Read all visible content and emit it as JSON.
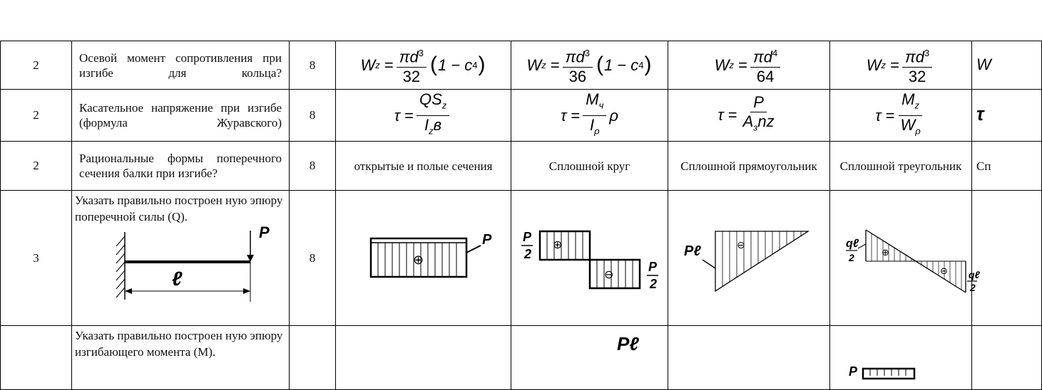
{
  "rows": [
    {
      "level": "2",
      "question": "Осевой момент сопротивления при изгибе  для кольца?",
      "points": "8",
      "answers": [
        {
          "lhs": "W",
          "lhs_sub": "z",
          "num": "πd",
          "num_sup": "3",
          "den": "32",
          "tail_prefix": "1 − c",
          "tail_sup": "4"
        },
        {
          "lhs": "W",
          "lhs_sub": "z",
          "num": "πd",
          "num_sup": "3",
          "den": "36",
          "tail_prefix": "1 − c",
          "tail_sup": "4"
        },
        {
          "lhs": "W",
          "lhs_sub": "z",
          "num": "πd",
          "num_sup": "4",
          "den": "64"
        },
        {
          "lhs": "W",
          "lhs_sub": "z",
          "num": "πd",
          "num_sup": "3",
          "den": "32"
        },
        {
          "lhs": "W"
        }
      ]
    },
    {
      "level": "2",
      "question": "Касательное напряжение при изгибе (формула Журавского)",
      "points": "8",
      "answers": [
        {
          "lhs": "τ",
          "num": "QS",
          "num_sub": "z",
          "den": "I",
          "den_sub": "z",
          "den_tail": "в"
        },
        {
          "lhs": "τ",
          "num": "M",
          "num_sub": "ч",
          "den": "I",
          "den_sub": "ρ",
          "after": "ρ"
        },
        {
          "lhs": "τ",
          "num": "P",
          "den": "A",
          "den_sub": "з",
          "den_tail": "nz"
        },
        {
          "lhs": "τ",
          "num": "M",
          "num_sub": "z",
          "den": "W",
          "den_sub": "ρ"
        },
        {
          "lhs": "τ"
        }
      ]
    },
    {
      "level": "2",
      "question": "Рациональные формы поперечного сечения балки при изгибе?",
      "points": "8",
      "answers": [
        "открытые и полые сечения",
        "Сплошной круг",
        "Сплошной прямоугольник",
        "Сплошной треугольник",
        "Сп"
      ]
    },
    {
      "level": "3",
      "question": "Указать правильно построен ную  эпюру поперечной силы (Q).",
      "points": "8",
      "figure_labels": {
        "force": "P",
        "length": "ℓ"
      },
      "diagrams": [
        {
          "label": "P",
          "sign": "⊕"
        },
        {
          "label_top": "P",
          "label_top_den": "2",
          "label_bottom": "P",
          "label_bottom_den": "2",
          "sign_top": "⊕",
          "sign_bottom": "⊖"
        },
        {
          "label": "Pℓ",
          "sign": "⊖"
        },
        {
          "label_top": "qℓ",
          "label_top_den": "2",
          "label_bottom": "qℓ",
          "label_bottom_den": "2",
          "sign_top": "⊕",
          "sign_bottom": "⊖"
        }
      ]
    },
    {
      "level": "",
      "question": "Указать правильно построен ную  эпюру изгибающего момента (M).",
      "points": "",
      "diagrams": [
        {
          "label": "Pℓ"
        },
        {
          "label": "P"
        }
      ]
    }
  ]
}
